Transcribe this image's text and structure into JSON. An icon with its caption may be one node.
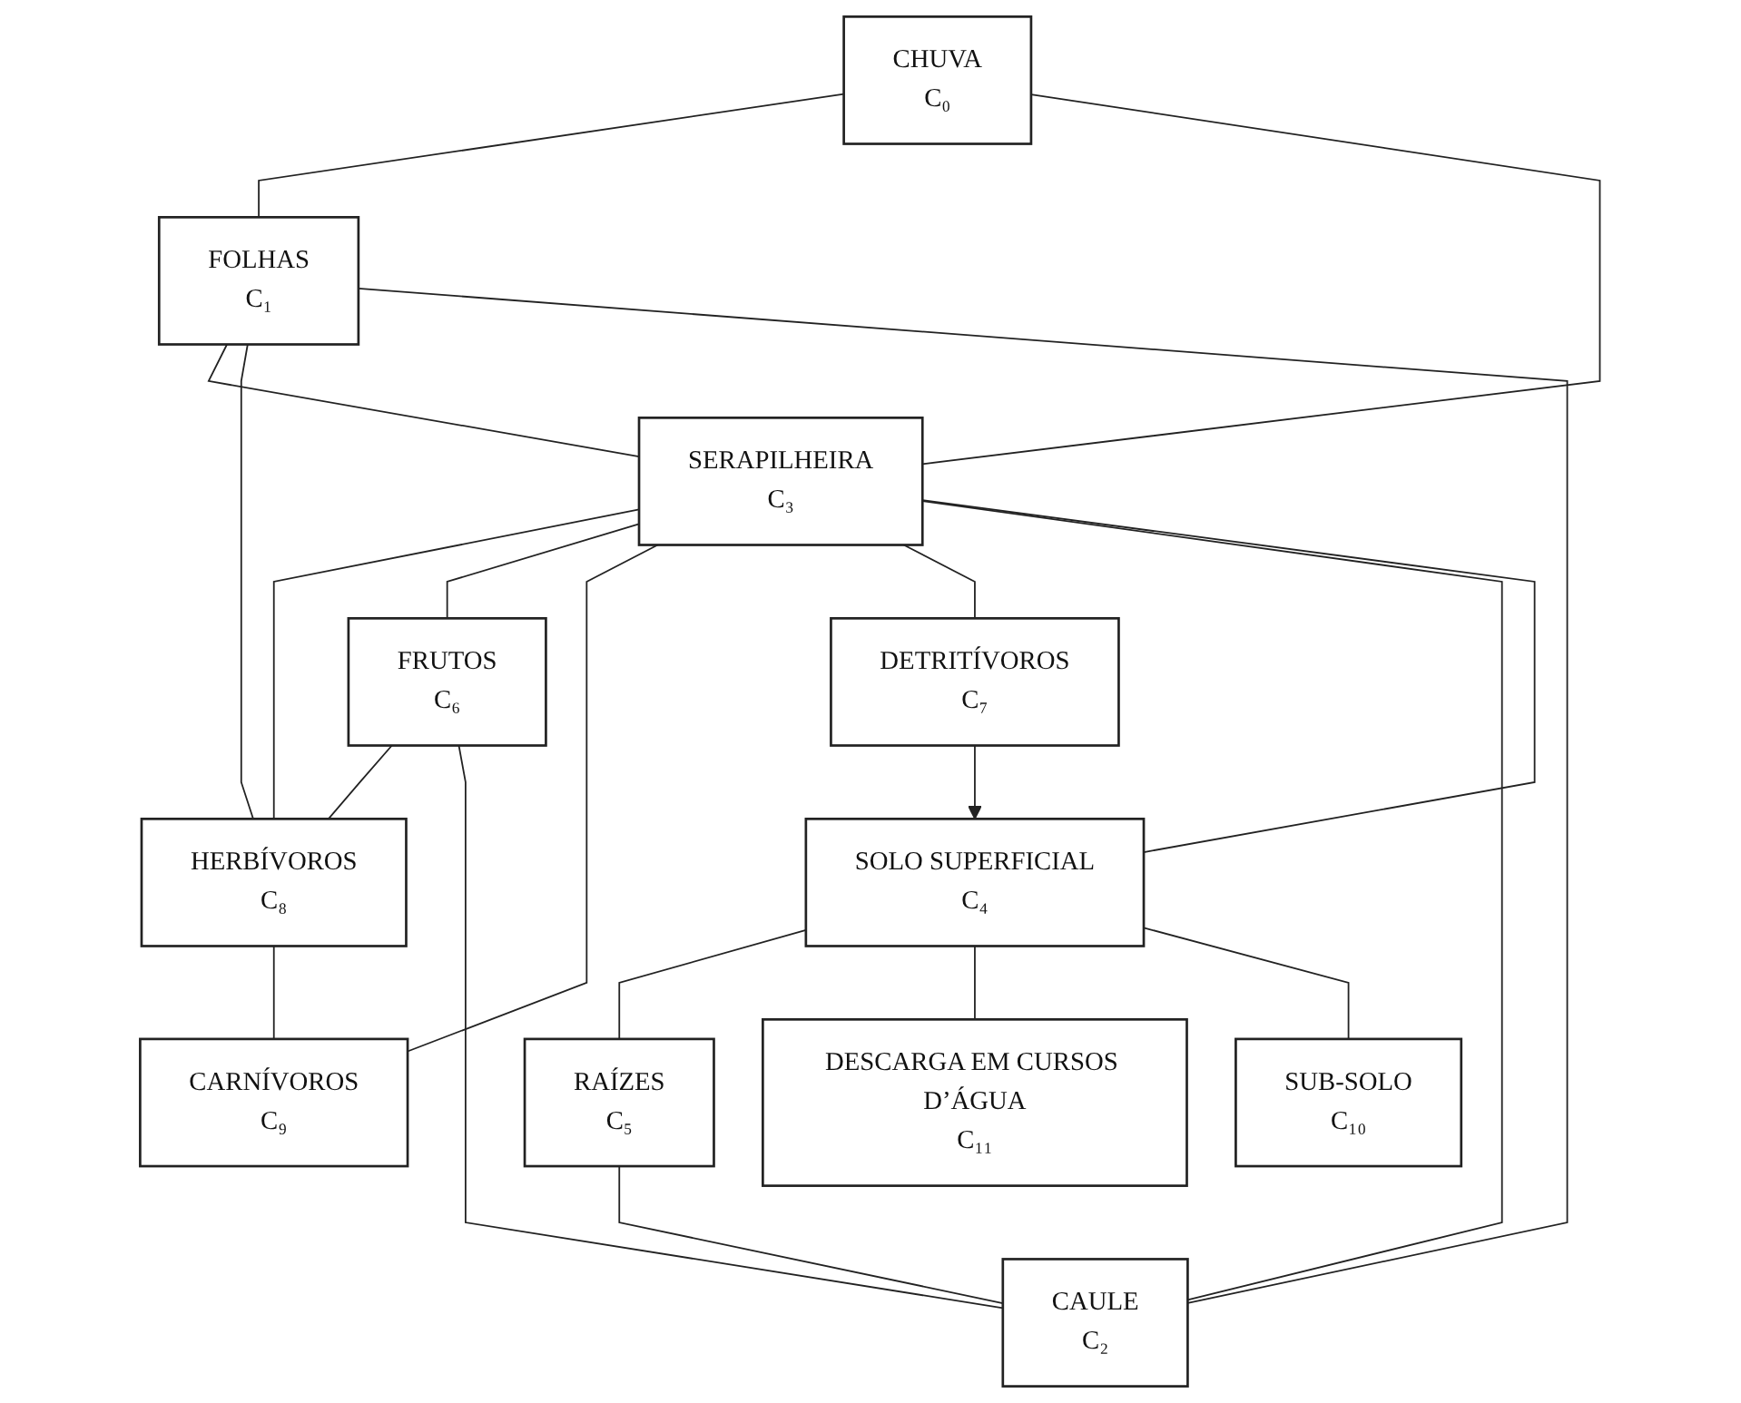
{
  "diagram": {
    "nodes": [
      {
        "text": [
          "CHUVA",
          "C₀"
        ]
      },
      {
        "text": [
          "HERBÍVOROS",
          "C₈"
        ]
      },
      {
        "text": [
          "FOLHAS",
          "C₁"
        ]
      },
      {
        "text": [
          "FRUTOS",
          "C₆"
        ]
      },
      {
        "text": [
          "CARNÍVOROS",
          "C₉"
        ]
      },
      {
        "text": [
          "SERAPILHEIRA",
          "C₃"
        ]
      },
      {
        "text": [
          "DETRITÍVOROS",
          "C₇"
        ]
      },
      {
        "text": [
          "SOLO SUPERFICIAL",
          "C₄"
        ]
      },
      {
        "text": [
          "RAÍZES",
          "C₅"
        ]
      },
      {
        "text": [
          "CAULE",
          "C₂"
        ]
      },
      {
        "text": [
          "SUB-SOLO",
          "C₁₀"
        ]
      },
      {
        "text": [
          "DESCARGA EM CURSOS D’ÁGUA",
          "C₁₁"
        ]
      }
    ],
    "edges": [
      {
        "from": 0,
        "to": 2,
        "arrow": "none"
      },
      {
        "from": 0,
        "to": 5,
        "arrow": "none"
      },
      {
        "from": 2,
        "to": 5,
        "arrow": "none"
      },
      {
        "from": 2,
        "to": 1,
        "arrow": "none"
      },
      {
        "from": 5,
        "to": 1,
        "arrow": "none"
      },
      {
        "from": 3,
        "to": 1,
        "arrow": "none"
      },
      {
        "from": 1,
        "to": 4,
        "arrow": "none"
      },
      {
        "from": 2,
        "to": 9,
        "arrow": "none"
      },
      {
        "from": 3,
        "to": 9,
        "arrow": "none"
      },
      {
        "from": 5,
        "to": 3,
        "arrow": "none"
      },
      {
        "from": 5,
        "to": 4,
        "arrow": "none"
      },
      {
        "from": 5,
        "to": 6,
        "arrow": "none"
      },
      {
        "from": 5,
        "to": 9,
        "arrow": "none"
      },
      {
        "from": 6,
        "to": 7,
        "arrow": "to"
      },
      {
        "from": 5,
        "to": 7,
        "arrow": "none"
      },
      {
        "from": 7,
        "to": 8,
        "arrow": "none"
      },
      {
        "from": 8,
        "to": 9,
        "arrow": "none"
      },
      {
        "from": 7,
        "to": 11,
        "arrow": "none"
      },
      {
        "from": 7,
        "to": 10,
        "arrow": "none"
      }
    ]
  }
}
